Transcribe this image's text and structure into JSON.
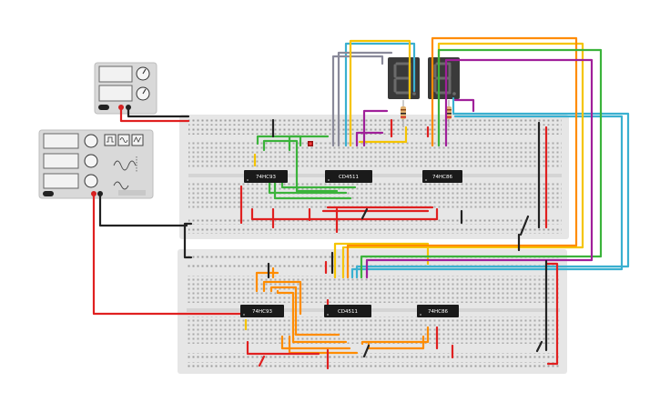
{
  "app": {
    "title": ""
  },
  "chips": {
    "upper_counter": "74HC93",
    "upper_decoder": "CD4511",
    "upper_xor": "74HC86",
    "lower_counter": "74HC93",
    "lower_decoder": "CD4511",
    "lower_xor": "74HC86"
  },
  "components": {
    "dc_power_supply": "dc-power-supply",
    "function_generator": "function-generator",
    "seven_segment_left": "seven-segment-display",
    "seven_segment_right": "seven-segment-display",
    "upper_breadboard": "breadboard",
    "lower_breadboard": "breadboard"
  },
  "seven_segment": {
    "left_digit": "8.",
    "right_digit": "8."
  },
  "colors": {
    "breadboard": "#e6e6e6",
    "chip": "#1a1a1a",
    "wire_red": "#e02020",
    "wire_black": "#222222",
    "wire_green": "#3bb33b",
    "wire_orange": "#ff8c00",
    "wire_yellow": "#f5c400",
    "wire_purple": "#a0209a",
    "wire_cyan": "#3ab0d0",
    "wire_gray": "#8a8a9a",
    "display_bg": "#3a3a3a",
    "segment_off": "#6b6b6b"
  }
}
